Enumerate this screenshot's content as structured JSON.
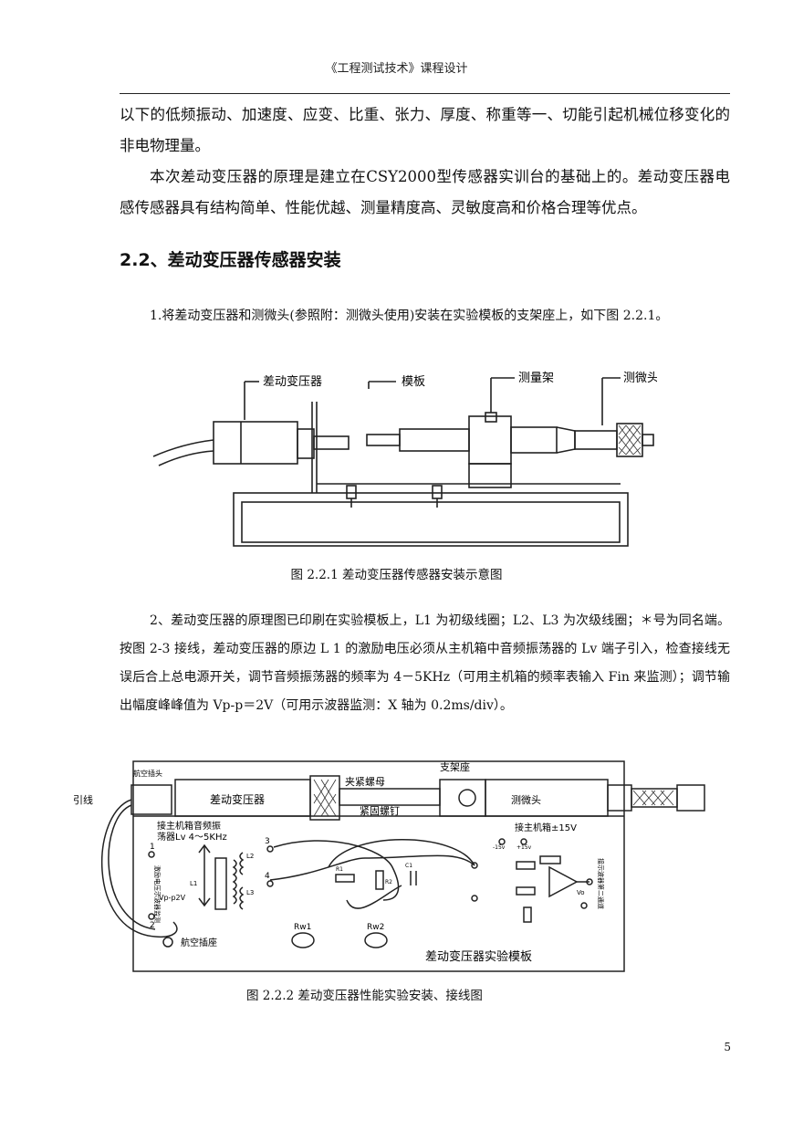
{
  "header": "《工程测试技术》课程设计",
  "para1": "以下的低频振动、加速度、应变、比重、张力、厚度、称重等一、切能引起机械位移变化的非电物理量。",
  "para2": "本次差动变压器的原理是建立在CSY2000型传感器实训台的基础上的。差动变压器电感传感器具有结构简单、性能优越、测量精度高、灵敏度高和价格合理等优点。",
  "section_title": "2.2、差动变压器传感器安装",
  "step1": "1.将差动变压器和测微头(参照附：测微头使用)安装在实验模板的支架座上，如下图 2.2.1。",
  "fig1": {
    "labels": {
      "transformer": "差动变压器",
      "template": "模板",
      "bracket": "测量架",
      "micrometer": "测微头"
    },
    "caption": "图 2.2.1 差动变压器传感器安装示意图"
  },
  "step2": "2、差动变压器的原理图已印刷在实验模板上，L1 为初级线圈；L2、L3 为次级线圈；＊号为同名端。按图 2-3 接线，差动变压器的原边 L 1 的激励电压必须从主机箱中音频振荡器的 Lv 端子引入，检查接线无误后合上总电源开关，调节音频振荡器的频率为 4－5KHz（可用主机箱的频率表输入 Fin 来监测）；调节输出幅度峰峰值为 Vp-p＝2V（可用示波器监测：X 轴为 0.2ms/div）。",
  "fig2": {
    "labels": {
      "lead": "引线",
      "aviation_plug": "航空插头",
      "transformer": "差动变压器",
      "clamp_nut": "夹紧螺母",
      "support": "支架座",
      "fix_screw": "紧固螺钉",
      "micrometer": "测微头",
      "osc_line1": "接主机箱音频振",
      "osc_line2": "荡器Lv  4～5KHz",
      "v_side": "激励电压示波器监测",
      "vpp": "Vp-p2V",
      "l1": "L1",
      "l2": "L2",
      "l3": "L3",
      "n1": "1",
      "n2": "2",
      "n3": "3",
      "n4": "4",
      "power": "接主机箱±15V",
      "m15": "-15v",
      "p15": "+15v",
      "rw1": "Rw1",
      "rw2": "Rw2",
      "r1": "R1",
      "r2": "R2",
      "c1": "C1",
      "vo": "Vo",
      "scope_ch2": "接示波器第二通道",
      "aviation_socket": "航空插座",
      "board_title": "差动变压器实验模板"
    },
    "caption": "图 2.2.2 差动变压器性能实验安装、接线图"
  },
  "page_number": "5"
}
